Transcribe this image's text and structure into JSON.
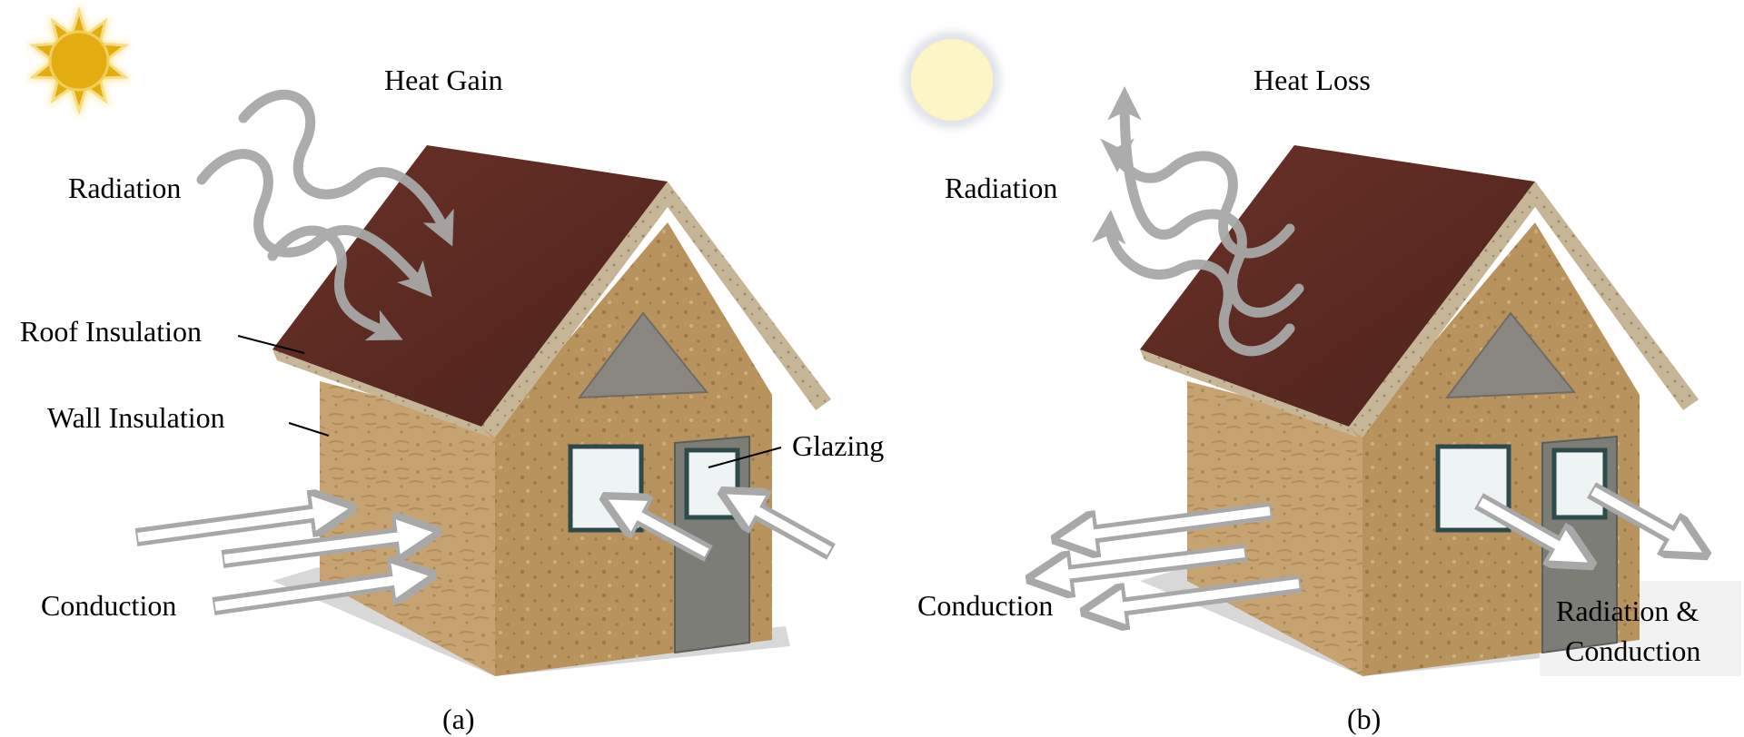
{
  "panels": {
    "a": {
      "title": "Heat Gain",
      "radiation": "Radiation",
      "roof_insulation": "Roof Insulation",
      "wall_insulation": "Wall Insulation",
      "glazing": "Glazing",
      "conduction": "Conduction",
      "caption": "(a)"
    },
    "b": {
      "title": "Heat Loss",
      "radiation": "Radiation",
      "conduction": "Conduction",
      "rad_cond_line1": "Radiation &",
      "rad_cond_line2": "Conduction",
      "caption": "(b)"
    }
  },
  "colors": {
    "sun": "#e3ad12",
    "sun_glow": "#f8e27a",
    "moon": "#fcf6c6",
    "moon_glow": "#c9ccd6",
    "roof": "#5a2a22",
    "roof_edge": "#c6b597",
    "wall": "#c8a372",
    "wall_dark": "#a9844f",
    "arrow": "#a8a8a8",
    "door": "#7d7d78",
    "gable_window": "#8a8782",
    "window_glass": "#eef3f4",
    "shadow": "#d8d8d8"
  }
}
